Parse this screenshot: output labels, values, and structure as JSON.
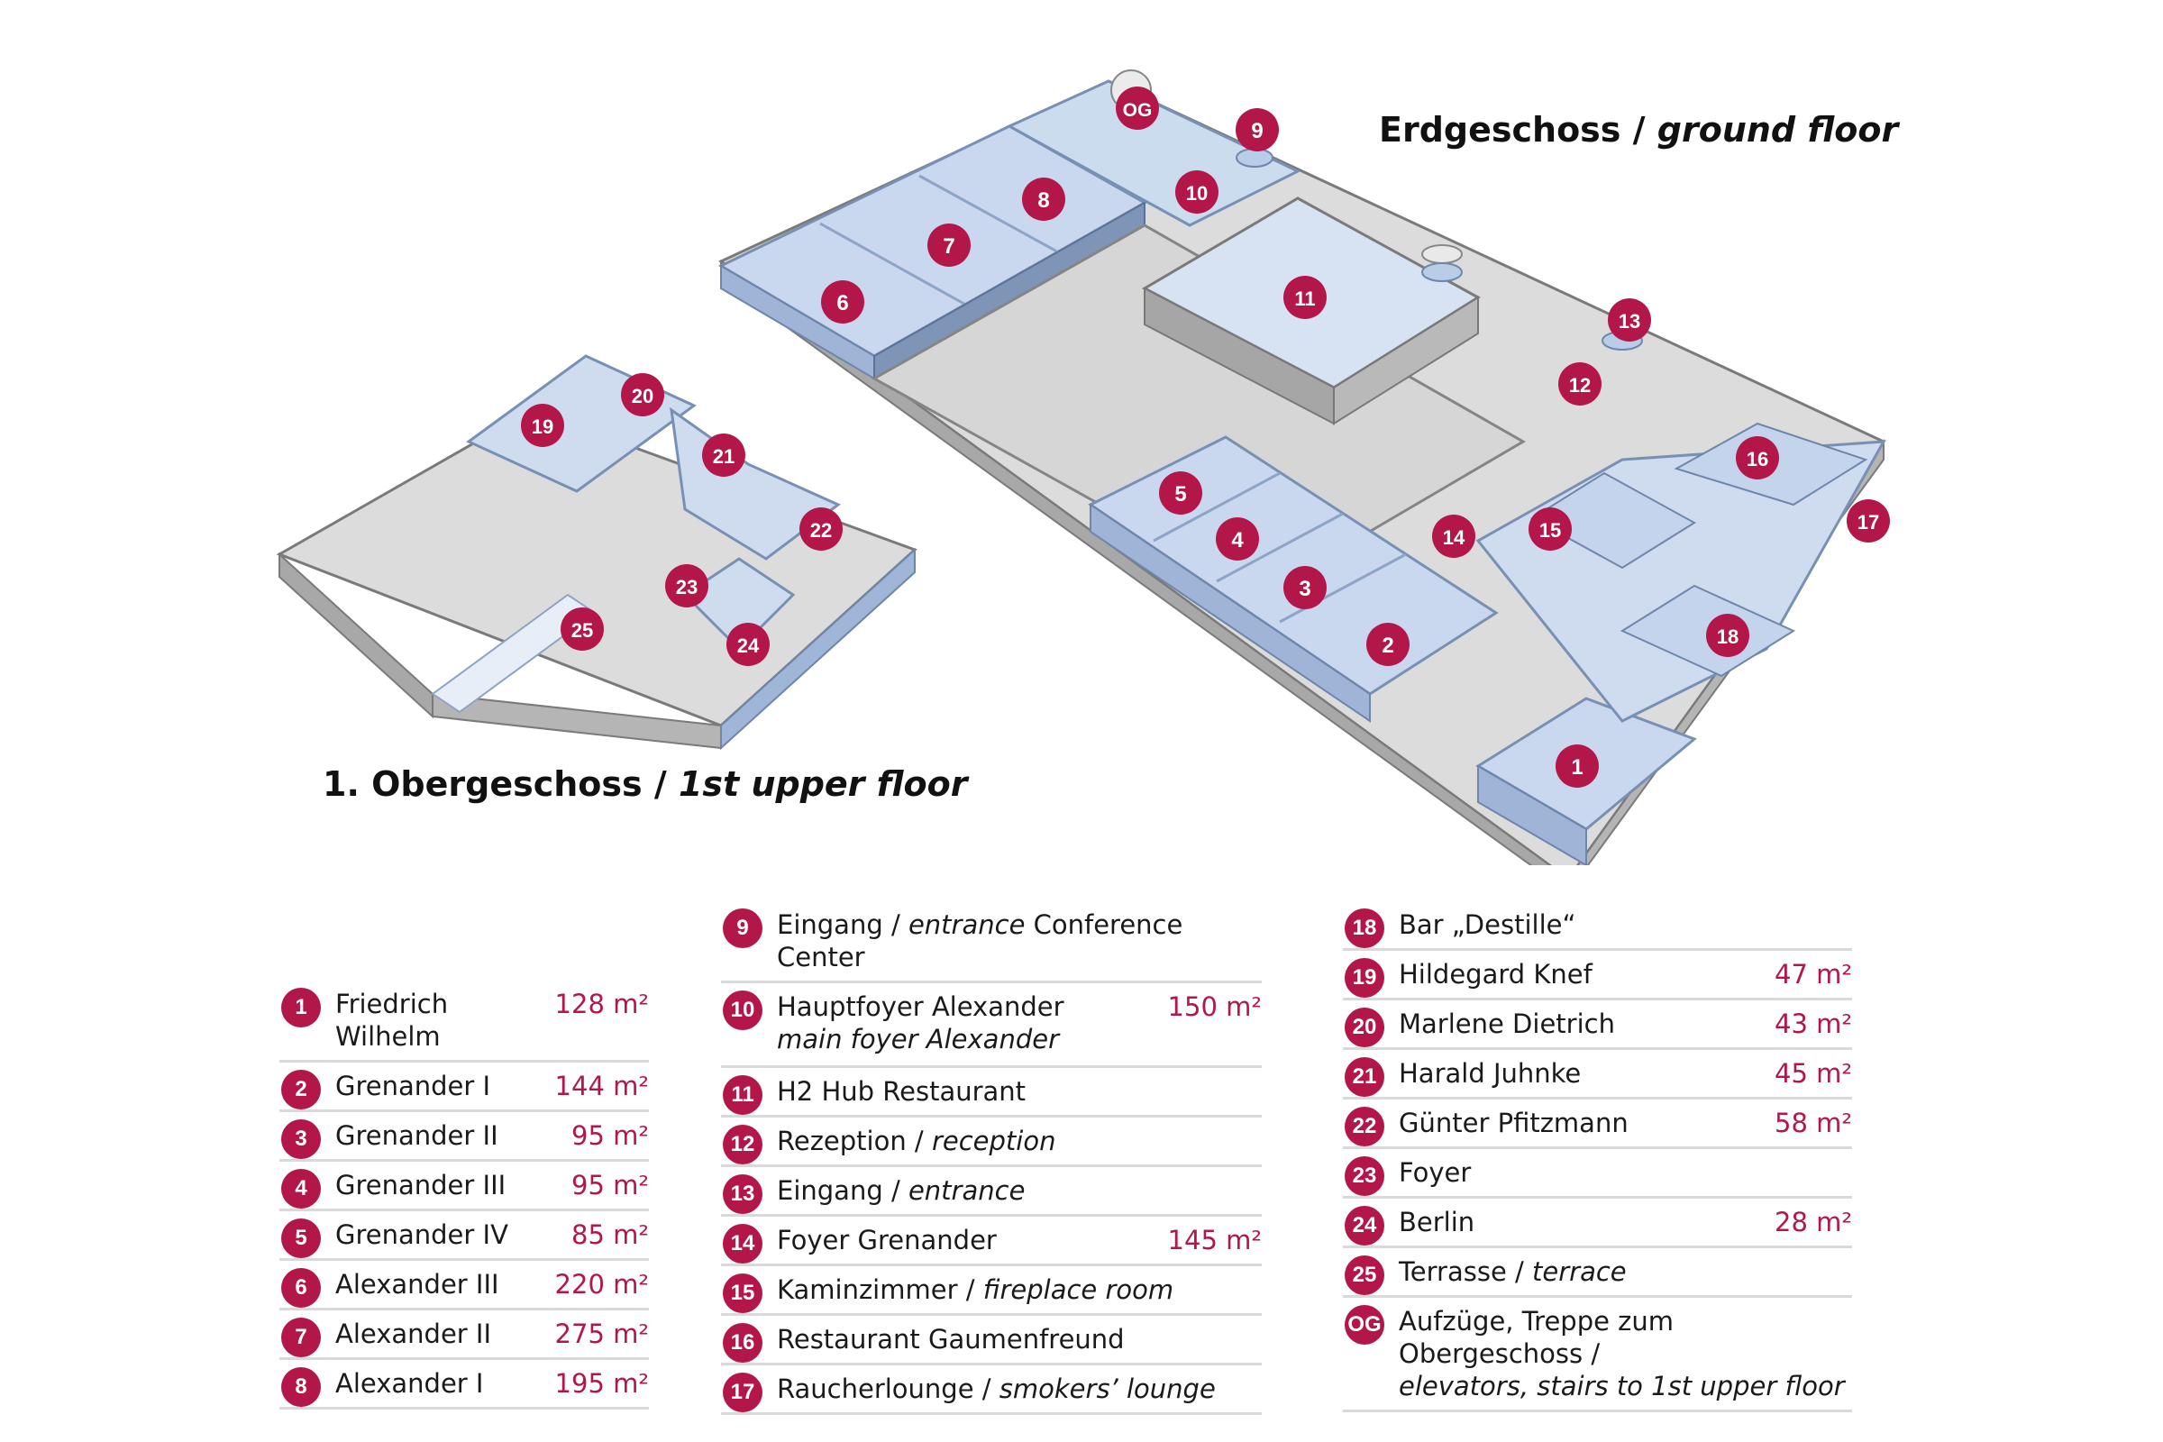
{
  "titles": {
    "ground_floor_de": "Erdgeschoss",
    "ground_floor_en": "ground floor",
    "upper_floor_de": "1. Obergeschoss",
    "upper_floor_en": "1st upper floor"
  },
  "colors": {
    "marker": "#b3174a",
    "room_glass": "#c9d8ee",
    "wall": "#9b9b9b",
    "floor": "#dcdcdc"
  },
  "markers": [
    "1",
    "2",
    "3",
    "4",
    "5",
    "6",
    "7",
    "8",
    "9",
    "10",
    "11",
    "12",
    "13",
    "14",
    "15",
    "16",
    "17",
    "18",
    "19",
    "20",
    "21",
    "22",
    "23",
    "24",
    "25",
    "OG"
  ],
  "legend": {
    "col1": [
      {
        "num": "1",
        "name": "Friedrich Wilhelm",
        "area": "128 m²"
      },
      {
        "num": "2",
        "name": "Grenander I",
        "area": "144 m²"
      },
      {
        "num": "3",
        "name": "Grenander II",
        "area": "95 m²"
      },
      {
        "num": "4",
        "name": "Grenander III",
        "area": "95 m²"
      },
      {
        "num": "5",
        "name": "Grenander IV",
        "area": "85 m²"
      },
      {
        "num": "6",
        "name": "Alexander III",
        "area": "220 m²"
      },
      {
        "num": "7",
        "name": "Alexander II",
        "area": "275 m²"
      },
      {
        "num": "8",
        "name": "Alexander I",
        "area": "195 m²"
      }
    ],
    "col2": [
      {
        "num": "9",
        "name": "Eingang",
        "en": "entrance",
        "suffix": " Conference Center",
        "area": ""
      },
      {
        "num": "10",
        "name": "Hauptfoyer Alexander",
        "en2": "main foyer Alexander",
        "area": "150 m²"
      },
      {
        "num": "11",
        "name": "H2 Hub Restaurant",
        "area": ""
      },
      {
        "num": "12",
        "name": "Rezeption",
        "en": "reception",
        "area": ""
      },
      {
        "num": "13",
        "name": "Eingang",
        "en": "entrance",
        "area": ""
      },
      {
        "num": "14",
        "name": "Foyer Grenander",
        "area": "145 m²"
      },
      {
        "num": "15",
        "name": "Kaminzimmer",
        "en": "fireplace room",
        "area": ""
      },
      {
        "num": "16",
        "name": "Restaurant Gaumenfreund",
        "area": ""
      },
      {
        "num": "17",
        "name": "Raucherlounge",
        "en": "smokers’ lounge",
        "area": ""
      }
    ],
    "col3": [
      {
        "num": "18",
        "name": "Bar „Destille“",
        "area": ""
      },
      {
        "num": "19",
        "name": "Hildegard Knef",
        "area": "47 m²"
      },
      {
        "num": "20",
        "name": "Marlene Dietrich",
        "area": "43 m²"
      },
      {
        "num": "21",
        "name": "Harald Juhnke",
        "area": "45 m²"
      },
      {
        "num": "22",
        "name": "Günter Pfitzmann",
        "area": "58 m²"
      },
      {
        "num": "23",
        "name": "Foyer",
        "area": ""
      },
      {
        "num": "24",
        "name": "Berlin",
        "area": "28 m²"
      },
      {
        "num": "25",
        "name": "Terrasse",
        "en": "terrace",
        "area": ""
      },
      {
        "num": "OG",
        "name": "Aufzüge, Treppe zum Obergeschoss /",
        "en2": "elevators, stairs to 1st upper floor",
        "area": ""
      }
    ]
  }
}
